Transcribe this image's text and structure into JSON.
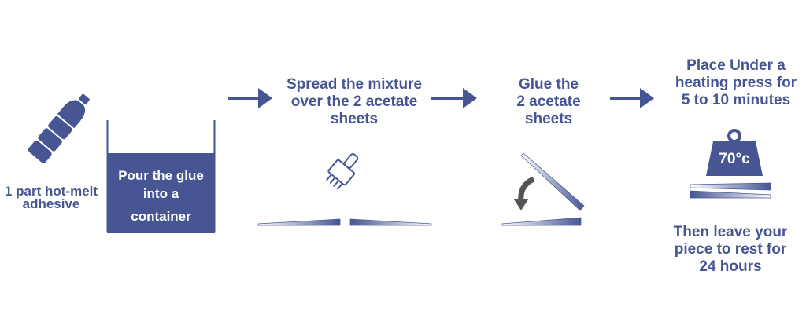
{
  "colors": {
    "primary": "#475693",
    "arrow_grey": "#555555"
  },
  "steps": {
    "bottle_label": [
      "1 part hot-melt",
      "adhesive"
    ],
    "container_label": [
      "Pour the glue",
      "into a",
      "container"
    ],
    "spread_label": [
      "Spread the mixture",
      "over the 2 acetate",
      "sheets"
    ],
    "glue_label": [
      "Glue the",
      "2 acetate",
      "sheets"
    ],
    "press_label": [
      "Place Under a",
      "heating press for",
      "5 to 10 minutes"
    ],
    "weight_temp": "70°c",
    "rest_label": [
      "Then leave your",
      "piece to rest for",
      "24 hours"
    ]
  }
}
